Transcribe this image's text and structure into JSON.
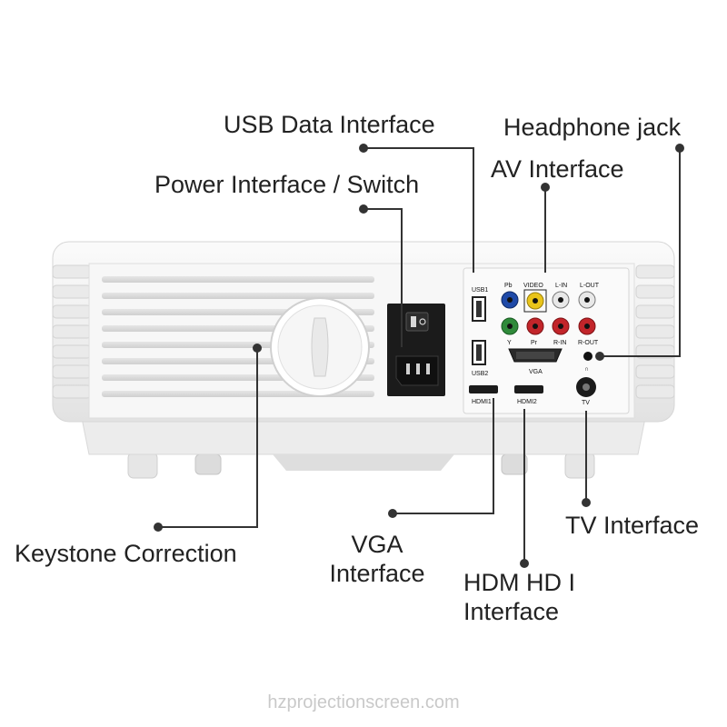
{
  "callouts": {
    "usb": "USB Data Interface",
    "headphone": "Headphone jack",
    "av": "AV Interface",
    "power": "Power Interface / Switch",
    "keystone": "Keystone Correction",
    "vga_line1": "VGA",
    "vga_line2": "Interface",
    "hdmi_line1": "HDM HD I",
    "hdmi_line2": "Interface",
    "tv": "TV Interface"
  },
  "panel_labels": {
    "usb1": "USB1",
    "usb2": "USB2",
    "pb": "Pb",
    "video": "VIDEO",
    "l_in": "L-IN",
    "l_out": "L-OUT",
    "y": "Y",
    "pr": "Pr",
    "r_in": "R-IN",
    "r_out": "R-OUT",
    "vga": "VGA",
    "hdmi1": "HDMI1",
    "hdmi2": "HDMI2",
    "tv": "TV"
  },
  "watermark": "hzprojectionscreen.com",
  "colors": {
    "body": "#f4f4f4",
    "line": "#333333",
    "jack_blue": "#1f4aa8",
    "jack_yellow": "#e9c41a",
    "jack_green": "#2f8a3a",
    "jack_red": "#c2252a",
    "jack_white": "#e8e8e8"
  }
}
